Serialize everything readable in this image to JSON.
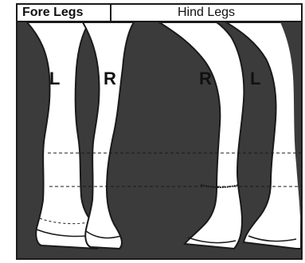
{
  "header": {
    "fore_legs": "Fore Legs",
    "hind_legs": "Hind Legs"
  },
  "legs": [
    {
      "group": "fore",
      "side_label": "L"
    },
    {
      "group": "fore",
      "side_label": "R"
    },
    {
      "group": "hind",
      "side_label": "R"
    },
    {
      "group": "hind",
      "side_label": "L"
    }
  ],
  "colors": {
    "background": "#3b3b3b",
    "leg_fill": "#ffffff",
    "outline": "#1a1a1a"
  }
}
